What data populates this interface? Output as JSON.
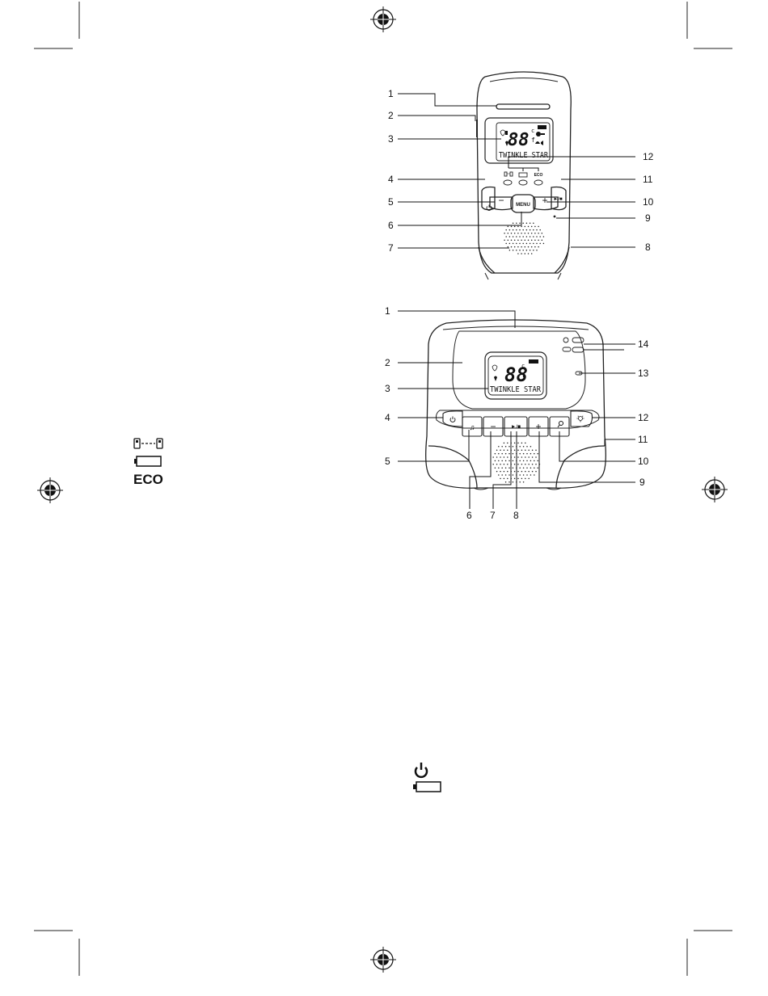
{
  "parent_unit": {
    "lcd_digits": "88",
    "lcd_unit_top": "c",
    "lcd_unit_bottom": "f",
    "lcd_text": "TWINKLE STAR",
    "menu_label": "MENU",
    "minus_symbol": "−",
    "plus_symbol": "+",
    "play_stop_symbol": "►/■",
    "eco_indicator_label": "ECO",
    "callouts": [
      "1",
      "2",
      "3",
      "4",
      "5",
      "6",
      "7",
      "8",
      "9",
      "10",
      "11",
      "12"
    ]
  },
  "baby_unit": {
    "lcd_digits": "88",
    "lcd_unit_top": "c",
    "lcd_unit_bottom": "f",
    "lcd_text": "TWINKLE STAR",
    "minus_symbol": "−",
    "plus_symbol": "+",
    "play_stop_symbol": "►/■",
    "music_symbol": "♫",
    "callouts": [
      "1",
      "2",
      "3",
      "4",
      "5",
      "6",
      "7",
      "8",
      "9",
      "10",
      "11",
      "12",
      "13",
      "14"
    ]
  },
  "legend_left": {
    "eco_label": "ECO"
  },
  "icons": [
    "registration-mark-icon",
    "link-icon",
    "battery-icon",
    "power-icon",
    "search-icon",
    "light-bulb-icon"
  ]
}
